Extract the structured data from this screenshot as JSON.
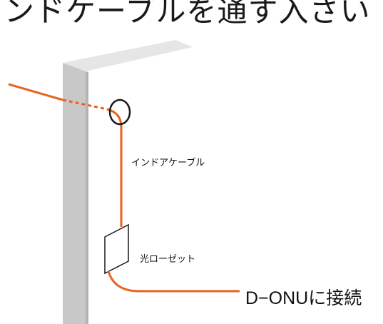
{
  "header": {
    "heading_fragment": "ンドケーブルを通す入さい"
  },
  "labels": {
    "indoor_cable": "インドアケーブル",
    "optical_rosette": "光ローゼット",
    "connect_donu": "D−ONUに接続"
  },
  "colors": {
    "cable": "#e8641b",
    "pillar_front": "#c8c8c8",
    "pillar_top": "#e6e6e6",
    "pillar_side": "#b3b3b3",
    "rosette_fill": "#ffffff",
    "outline": "#1a1a1a"
  },
  "icons": {
    "entry_point_marker": "circle-outline",
    "optical_rosette": "rosette-box"
  }
}
